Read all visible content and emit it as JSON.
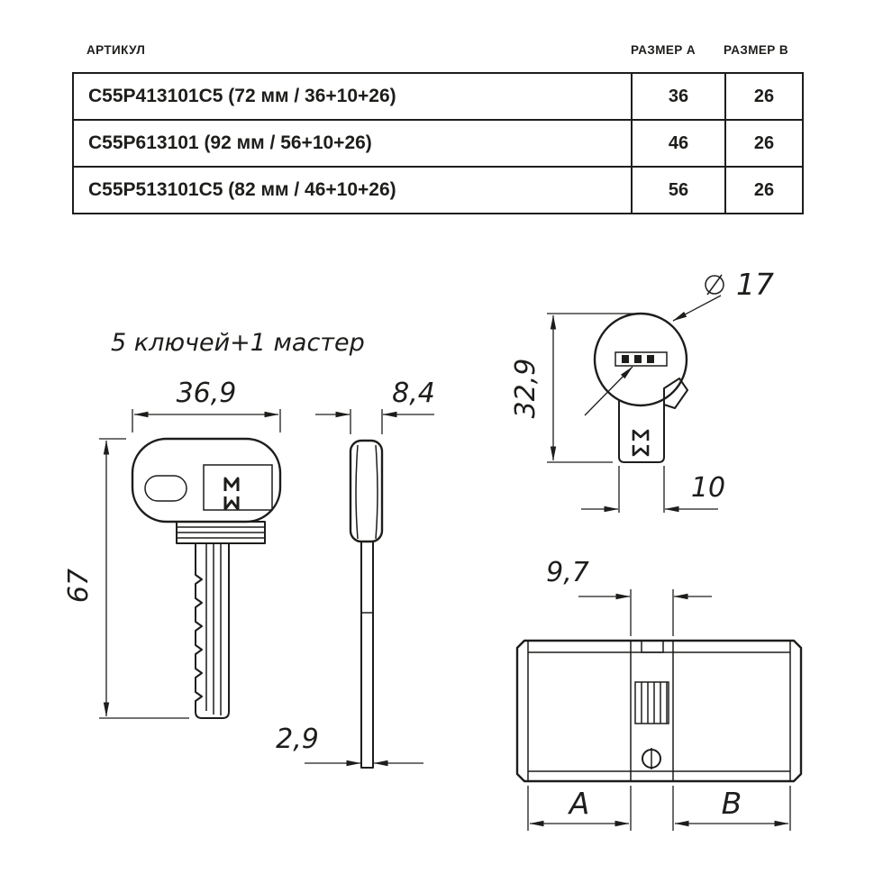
{
  "table": {
    "headers": {
      "article": "АРТИКУЛ",
      "size_a": "РАЗМЕР A",
      "size_b": "РАЗМЕР B"
    },
    "rows": [
      {
        "article": "C55P413101C5 (72 мм / 36+10+26)",
        "size_a": "36",
        "size_b": "26"
      },
      {
        "article": "C55P613101 (92 мм / 56+10+26)",
        "size_a": "46",
        "size_b": "26"
      },
      {
        "article": "C55P513101C5 (82 мм / 46+10+26)",
        "size_a": "56",
        "size_b": "26"
      }
    ]
  },
  "drawing": {
    "keys_note": "5 ключей+1 мастер",
    "key_front": {
      "width": "36,9",
      "height": "67"
    },
    "key_side": {
      "width": "8,4",
      "thickness": "2,9"
    },
    "cyl_end": {
      "diameter": "17",
      "height": "32,9",
      "body_width": "10"
    },
    "cyl_side": {
      "cam_width": "9,7",
      "dim_a": "A",
      "dim_b": "B"
    }
  },
  "colors": {
    "ink": "#1d1d1b",
    "background": "#ffffff"
  }
}
